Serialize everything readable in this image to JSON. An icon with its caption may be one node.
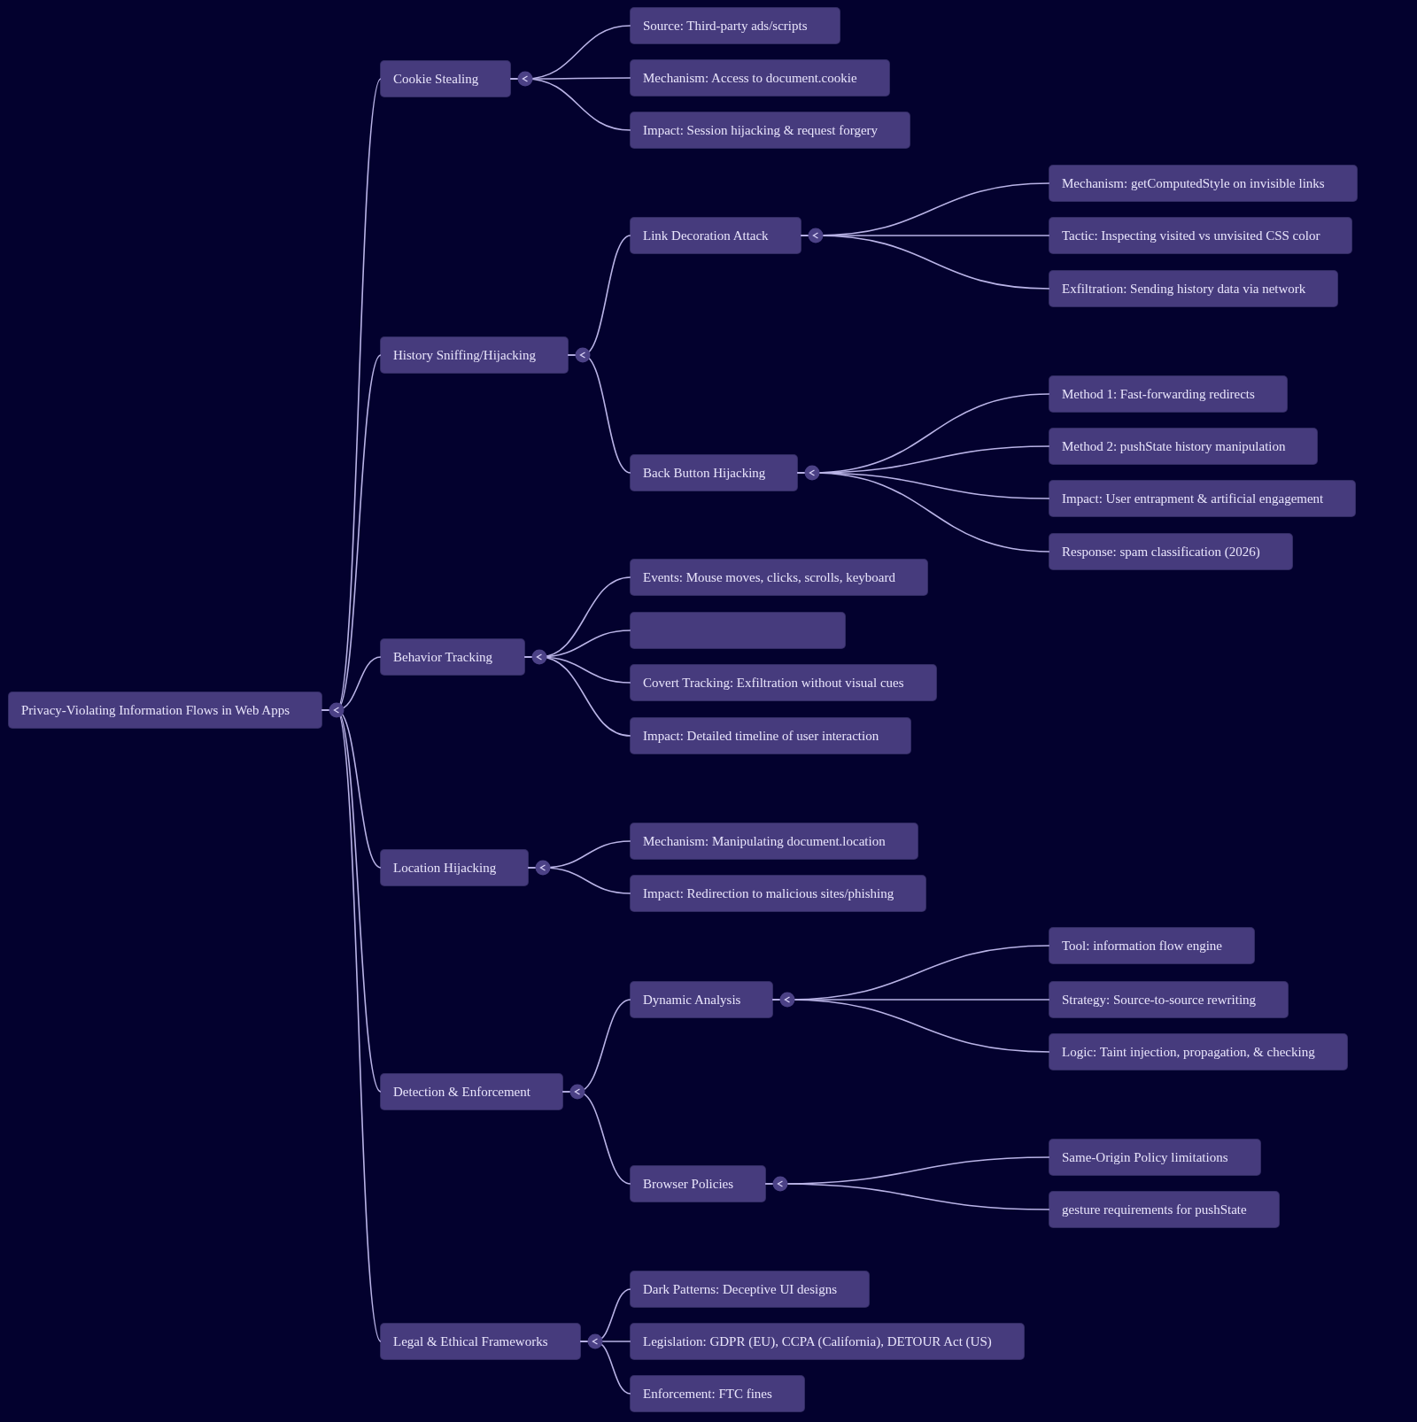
{
  "diagram": {
    "nodes": [
      {
        "text": [
          "Privacy-Violating Information Flows in Web Apps"
        ]
      },
      {
        "text": [
          "Cookie Stealing"
        ]
      },
      {
        "text": [
          "Source: Third-party ads/scripts"
        ]
      },
      {
        "text": [
          "Mechanism: Access to document.cookie"
        ]
      },
      {
        "text": [
          "Impact: Session hijacking & request forgery"
        ]
      },
      {
        "text": [
          "History Sniffing/Hijacking"
        ]
      },
      {
        "text": [
          "Link Decoration Attack"
        ]
      },
      {
        "text": [
          "Mechanism: getComputedStyle on invisible links"
        ]
      },
      {
        "text": [
          "Tactic: Inspecting visited vs unvisited CSS color"
        ]
      },
      {
        "text": [
          "Exfiltration: Sending history data via network"
        ]
      },
      {
        "text": [
          "Back Button Hijacking"
        ]
      },
      {
        "text": [
          "Method 1: Fast-forwarding redirects"
        ]
      },
      {
        "text": [
          "Method 2: pushState history manipulation"
        ]
      },
      {
        "text": [
          "Impact: User entrapment & artificial engagement"
        ]
      },
      {
        "text": [
          "Response: spam classification (2026)"
        ]
      },
      {
        "text": [
          "Behavior Tracking"
        ]
      },
      {
        "text": [
          "Events: Mouse moves, clicks, scrolls, keyboard"
        ]
      },
      {
        "text": [],
        "shape": "box"
      },
      {
        "text": [
          "Covert Tracking: Exfiltration without visual cues"
        ]
      },
      {
        "text": [
          "Impact: Detailed timeline of user interaction"
        ]
      },
      {
        "text": [
          "Location Hijacking"
        ]
      },
      {
        "text": [
          "Mechanism: Manipulating document.location"
        ]
      },
      {
        "text": [
          "Impact: Redirection to malicious sites/phishing"
        ]
      },
      {
        "text": [
          "Detection & Enforcement"
        ]
      },
      {
        "text": [
          "Dynamic Analysis"
        ]
      },
      {
        "text": [
          "Tool: information flow engine"
        ]
      },
      {
        "text": [
          "Strategy: Source-to-source rewriting"
        ]
      },
      {
        "text": [
          "Logic: Taint injection, propagation, & checking"
        ]
      },
      {
        "text": [
          "Browser Policies"
        ]
      },
      {
        "text": [
          "Same-Origin Policy limitations"
        ]
      },
      {
        "text": [
          "gesture requirements for pushState"
        ]
      },
      {
        "text": [
          "Legal & Ethical Frameworks"
        ]
      },
      {
        "text": [
          "Dark Patterns: Deceptive UI designs"
        ]
      },
      {
        "text": [
          "Legislation: GDPR (EU), CCPA (California), DETOUR Act (US)"
        ]
      },
      {
        "text": [
          "Enforcement: FTC fines"
        ]
      }
    ],
    "edges": [
      {
        "from": 0,
        "to": 1,
        "arrow": "none"
      },
      {
        "from": 1,
        "to": 2,
        "arrow": "none"
      },
      {
        "from": 1,
        "to": 3,
        "arrow": "none"
      },
      {
        "from": 1,
        "to": 4,
        "arrow": "none"
      },
      {
        "from": 0,
        "to": 5,
        "arrow": "none"
      },
      {
        "from": 5,
        "to": 6,
        "arrow": "none"
      },
      {
        "from": 6,
        "to": 7,
        "arrow": "none"
      },
      {
        "from": 6,
        "to": 8,
        "arrow": "none"
      },
      {
        "from": 6,
        "to": 9,
        "arrow": "none"
      },
      {
        "from": 5,
        "to": 10,
        "arrow": "none"
      },
      {
        "from": 10,
        "to": 11,
        "arrow": "none"
      },
      {
        "from": 10,
        "to": 12,
        "arrow": "none"
      },
      {
        "from": 10,
        "to": 13,
        "arrow": "none"
      },
      {
        "from": 10,
        "to": 14,
        "arrow": "none"
      },
      {
        "from": 0,
        "to": 15,
        "arrow": "none"
      },
      {
        "from": 15,
        "to": 16,
        "arrow": "none"
      },
      {
        "from": 15,
        "to": 17,
        "arrow": "none"
      },
      {
        "from": 15,
        "to": 18,
        "arrow": "none"
      },
      {
        "from": 15,
        "to": 19,
        "arrow": "none"
      },
      {
        "from": 0,
        "to": 20,
        "arrow": "none"
      },
      {
        "from": 20,
        "to": 21,
        "arrow": "none"
      },
      {
        "from": 20,
        "to": 22,
        "arrow": "none"
      },
      {
        "from": 0,
        "to": 23,
        "arrow": "none"
      },
      {
        "from": 23,
        "to": 24,
        "arrow": "none"
      },
      {
        "from": 24,
        "to": 25,
        "arrow": "none"
      },
      {
        "from": 24,
        "to": 26,
        "arrow": "none"
      },
      {
        "from": 24,
        "to": 27,
        "arrow": "none"
      },
      {
        "from": 23,
        "to": 28,
        "arrow": "none"
      },
      {
        "from": 28,
        "to": 29,
        "arrow": "none"
      },
      {
        "from": 28,
        "to": 30,
        "arrow": "none"
      },
      {
        "from": 0,
        "to": 31,
        "arrow": "none"
      },
      {
        "from": 31,
        "to": 32,
        "arrow": "none"
      },
      {
        "from": 31,
        "to": 33,
        "arrow": "none"
      },
      {
        "from": 31,
        "to": 34,
        "arrow": "none"
      }
    ]
  }
}
